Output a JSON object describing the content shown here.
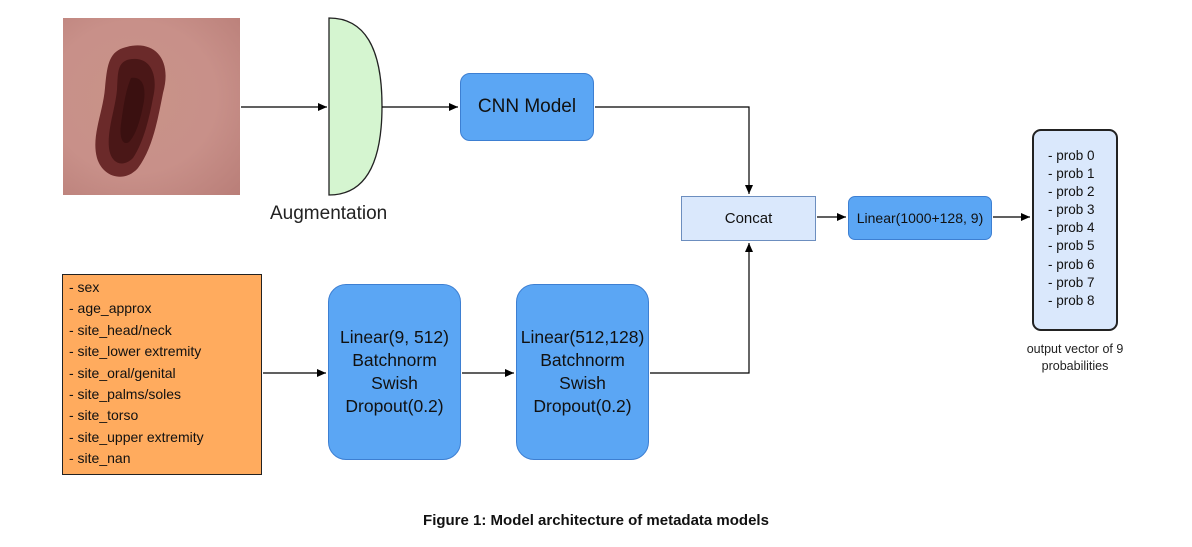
{
  "augmentation": {
    "label": "Augmentation"
  },
  "cnn": {
    "label": "CNN Model"
  },
  "concat": {
    "label": "Concat"
  },
  "linear_head": {
    "label": "Linear(1000+128, 9)"
  },
  "output": {
    "items": [
      "- prob 0",
      "- prob 1",
      "- prob 2",
      "- prob 3",
      "- prob 4",
      "- prob 5",
      "- prob 6",
      "- prob 7",
      "- prob 8"
    ],
    "label_line1": "output vector of 9",
    "label_line2": "probabilities"
  },
  "metadata": {
    "items": [
      "- sex",
      "- age_approx",
      "- site_head/neck",
      "- site_lower extremity",
      "- site_oral/genital",
      "- site_palms/soles",
      "- site_torso",
      "- site_upper extremity",
      "- site_nan"
    ]
  },
  "block1": {
    "lines": [
      "Linear(9, 512)",
      "Batchnorm",
      "Swish",
      "Dropout(0.2)"
    ]
  },
  "block2": {
    "lines": [
      "Linear(512,128)",
      "Batchnorm",
      "Swish",
      "Dropout(0.2)"
    ]
  },
  "caption": "Figure 1: Model architecture of metadata models",
  "colors": {
    "node_blue": "#5ba6f4",
    "light_blue": "#dae8fc",
    "metadata_orange": "#ffab5e",
    "augmentation_green": "#d5f5d0"
  }
}
